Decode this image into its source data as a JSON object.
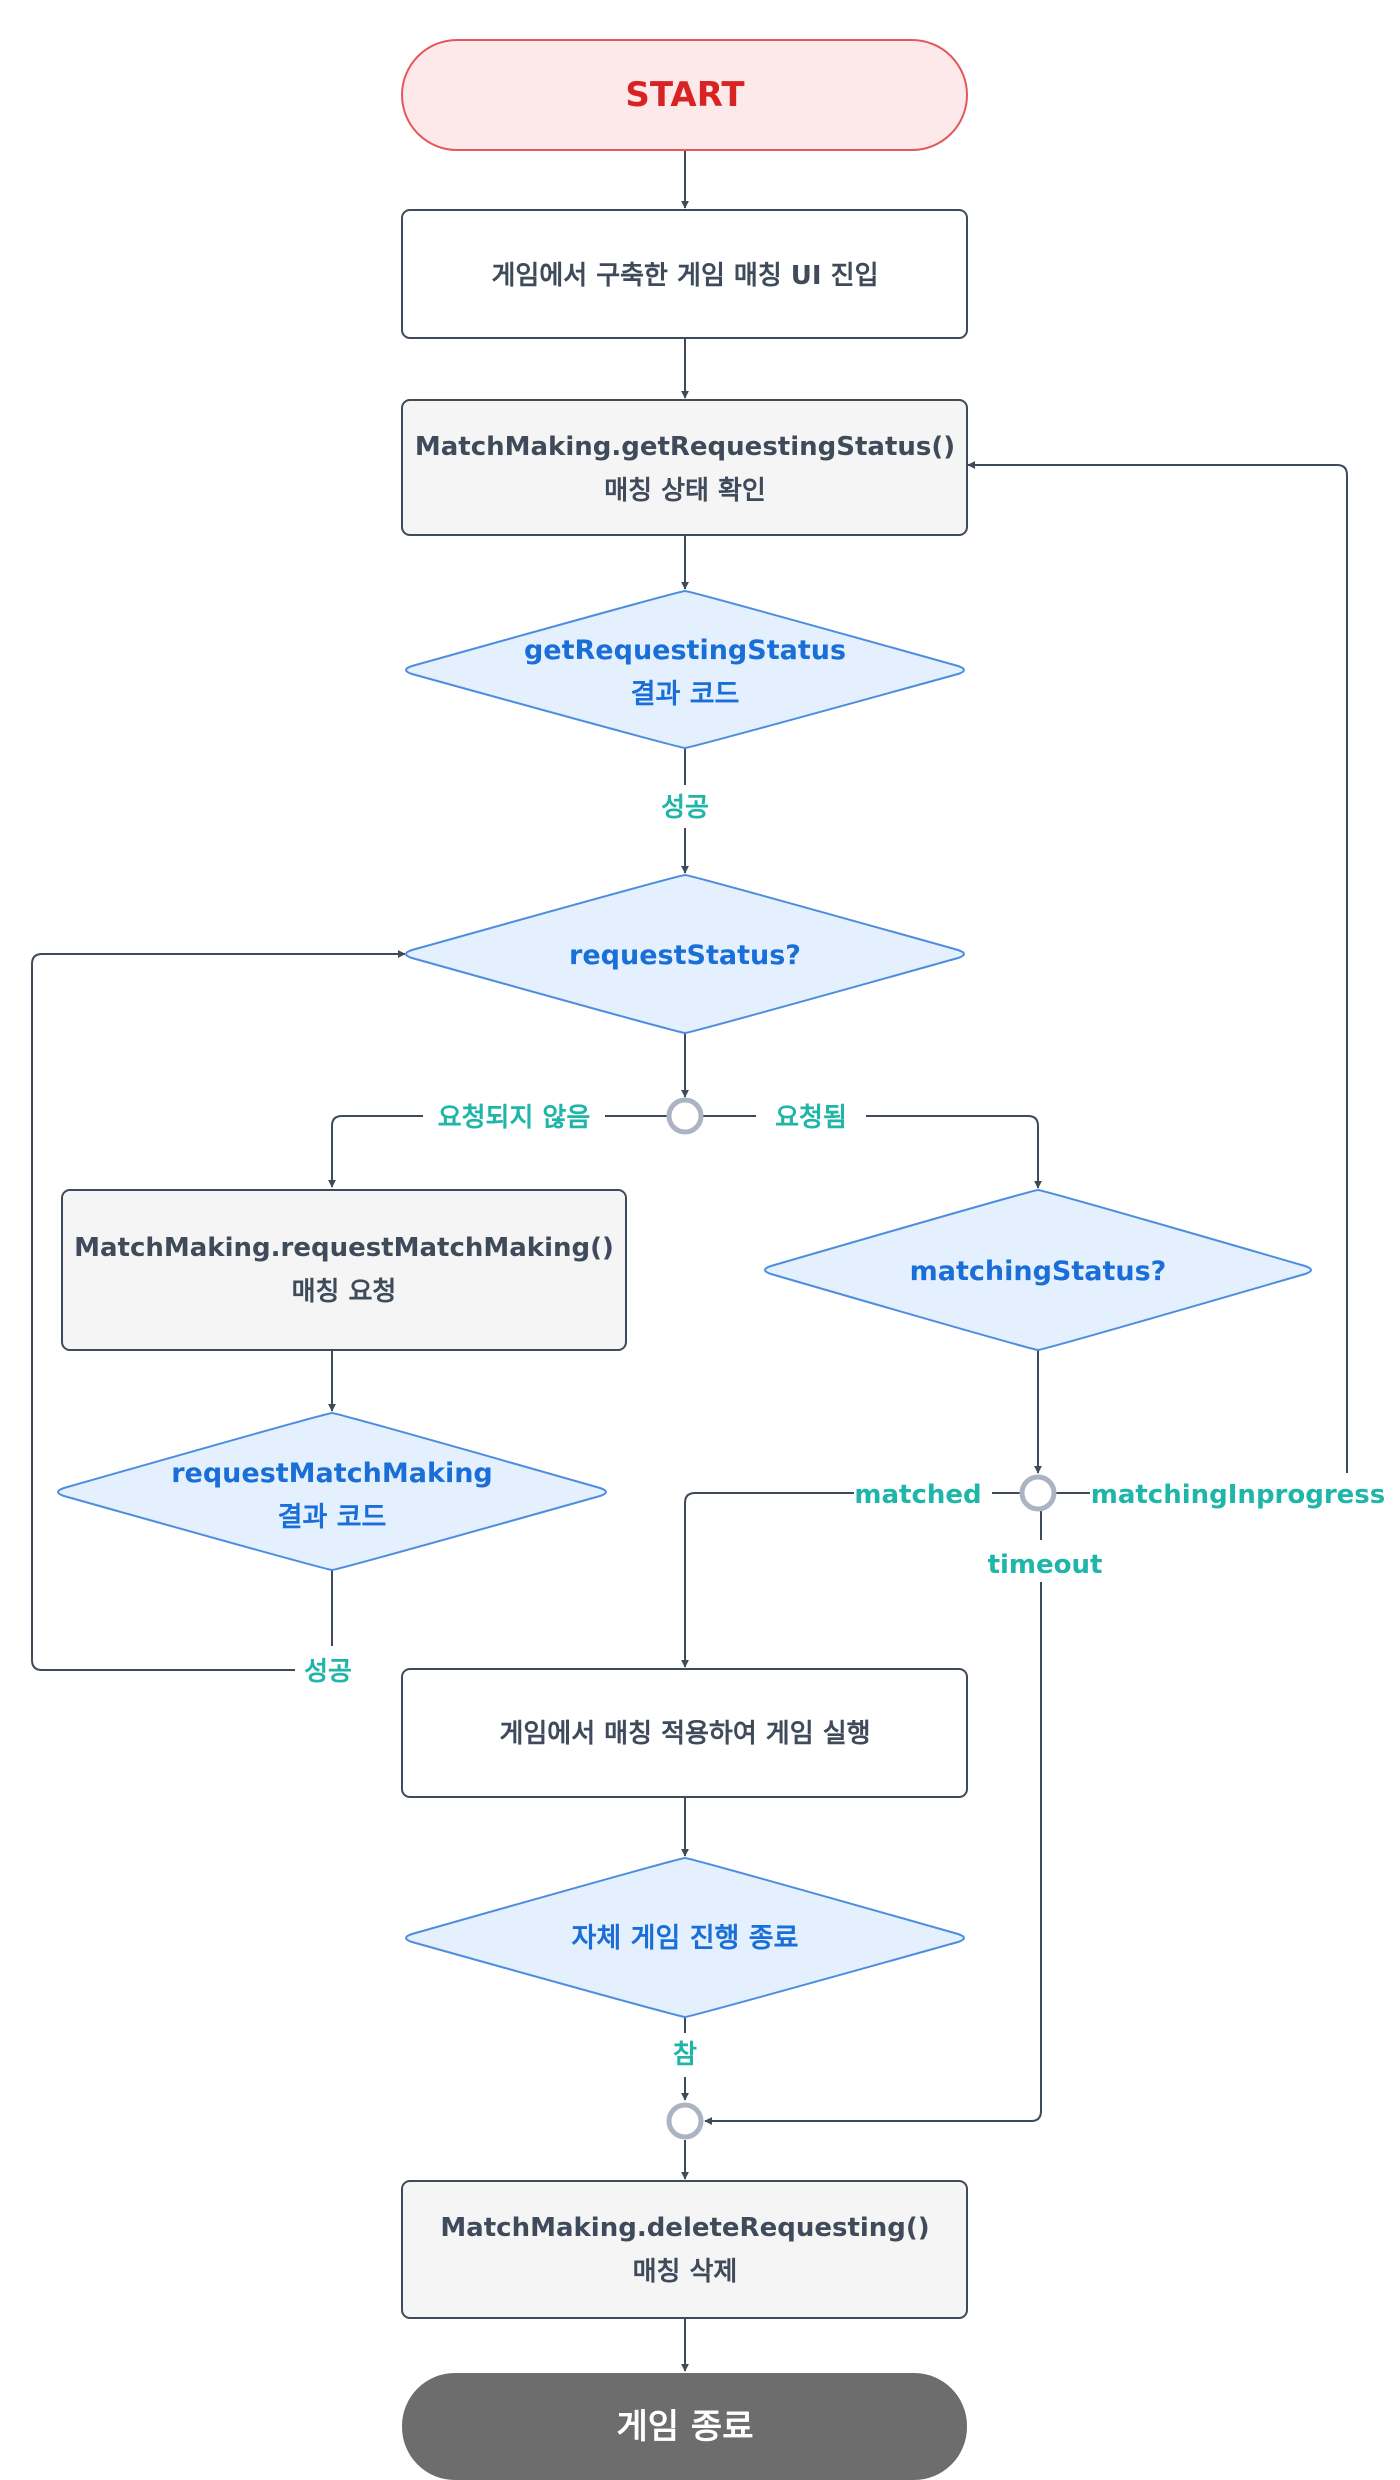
{
  "colors": {
    "start_fill": "#fde9ea",
    "start_stroke": "#e4585c",
    "start_text": "#d92323",
    "box_fill": "#f5f5f5",
    "box_stroke": "#3f4a5a",
    "decision_fill": "#e4f0fd",
    "decision_stroke": "#4d8de0",
    "decision_text": "#1a6ed8",
    "branch_label": "#1fb5a8",
    "line": "#3f4a5a",
    "junction": "#aab4c3",
    "end_fill": "#6d6d6d"
  },
  "nodes": {
    "start": "START",
    "enter_ui": "게임에서 구축한 게임 매칭 UI 진입",
    "get_status": {
      "line1": "MatchMaking.getRequestingStatus()",
      "line2": "매칭 상태 확인"
    },
    "get_status_result": {
      "line1": "getRequestingStatus",
      "line2": "결과 코드"
    },
    "request_status": "requestStatus?",
    "request_match": {
      "line1": "MatchMaking.requestMatchMaking()",
      "line2": "매칭 요청"
    },
    "request_match_result": {
      "line1": "requestMatchMaking",
      "line2": "결과 코드"
    },
    "matching_status": "matchingStatus?",
    "run_game": "게임에서 매칭 적용하여 게임 실행",
    "game_end_check": "자체 게임 진행 종료",
    "delete_request": {
      "line1": "MatchMaking.deleteRequesting()",
      "line2": "매칭 삭제"
    },
    "end": "게임 종료"
  },
  "labels": {
    "success_1": "성공",
    "not_requested": "요청되지 않음",
    "requested": "요청됨",
    "matched": "matched",
    "matching_in_progress": "matchingInprogress",
    "timeout": "timeout",
    "success_2": "성공",
    "true": "참"
  }
}
